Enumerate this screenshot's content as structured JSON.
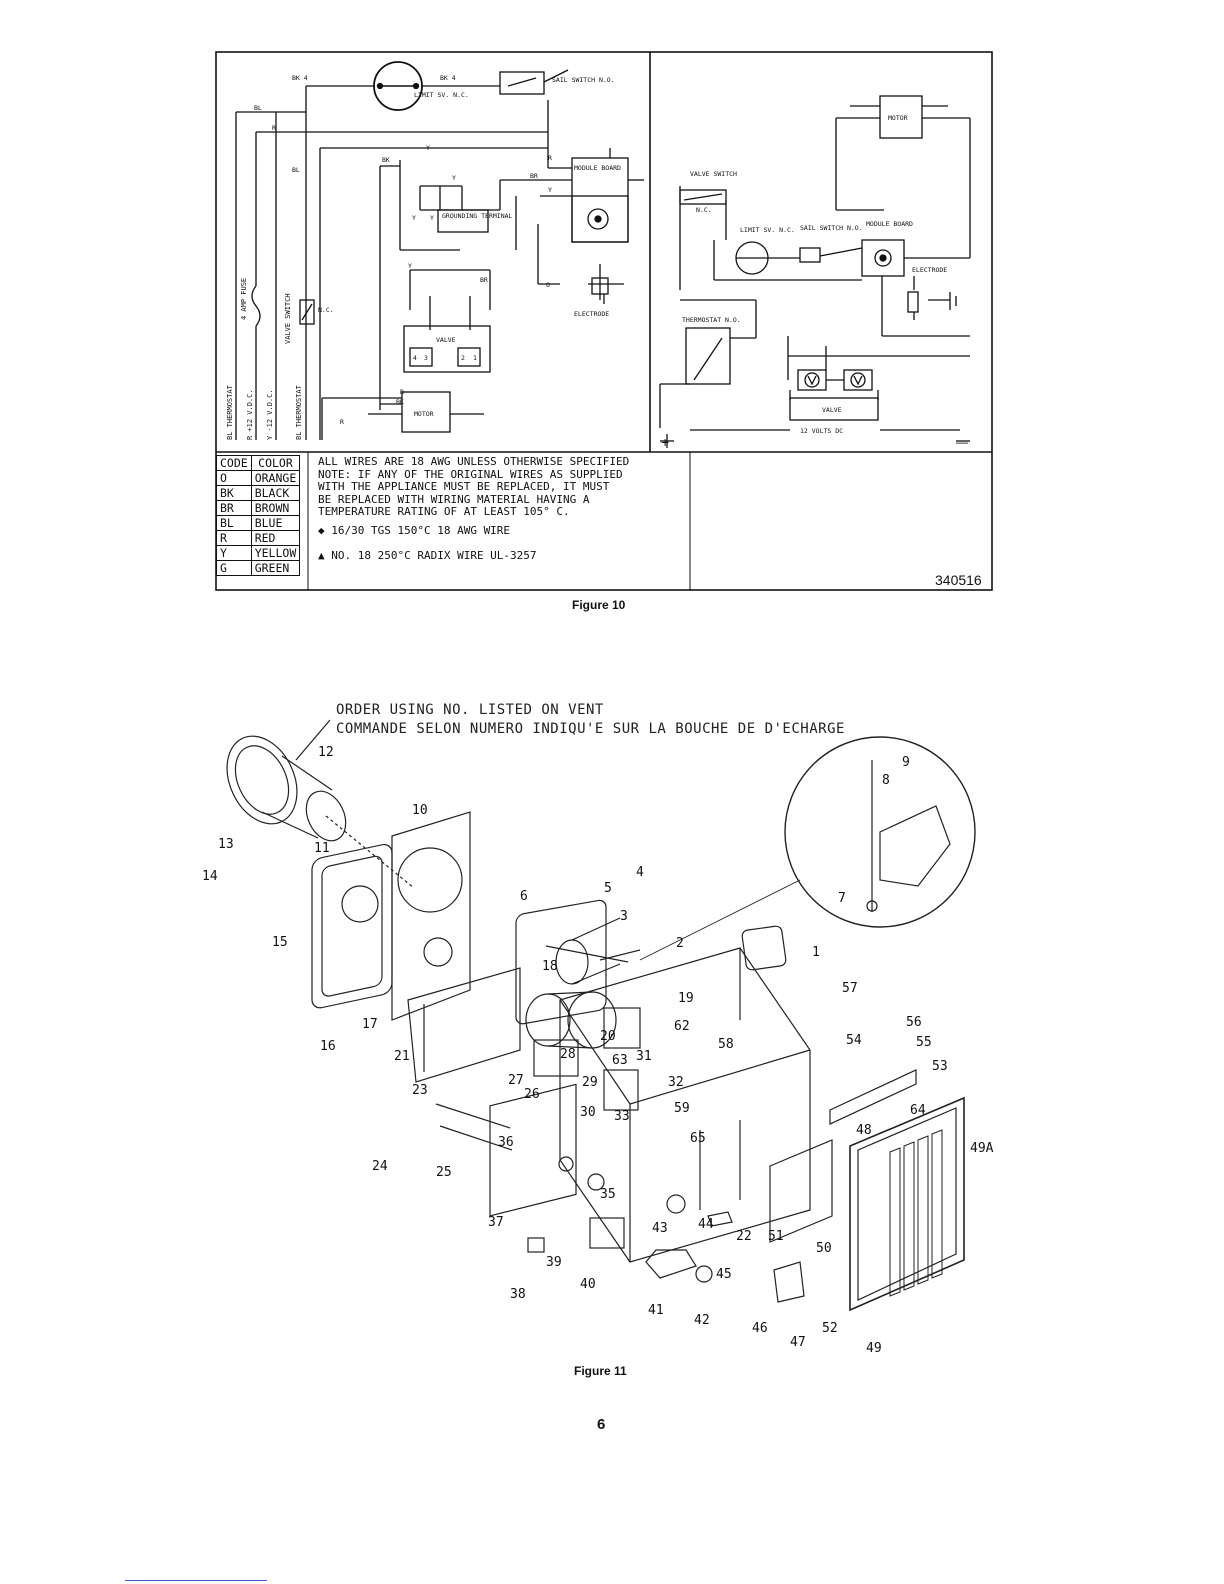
{
  "figure10": {
    "caption": "Figure 10",
    "doc_number": "340516",
    "left_diagram": {
      "wire_labels": [
        "BK 4",
        "BK 4",
        "BL",
        "R",
        "BL",
        "BK",
        "Y",
        "Y",
        "Y",
        "Y",
        "R",
        "BR",
        "Y",
        "Y",
        "BR",
        "R",
        "BK",
        "R",
        "O"
      ],
      "limit_switch": "LIMIT SV. N.C.",
      "sail_switch": "SAIL SWITCH N.O.",
      "module_board": "MODULE BOARD",
      "grounding_terminal": "GROUNDING TERMINAL",
      "electrode": "ELECTRODE",
      "valve": "VALVE",
      "valve_terminals": [
        "4",
        "3",
        "2",
        "1"
      ],
      "motor": "MOTOR",
      "nc": "N.C.",
      "side_labels": [
        "BL THERMOSTAT",
        "R +12 V.D.C.",
        "4 AMP FUSE",
        "Y -12 V.D.C.",
        "VALVE SWITCH",
        "BL THERMOSTAT"
      ]
    },
    "right_diagram": {
      "motor": "MOTOR",
      "valve_switch": "VALVE SWITCH",
      "nc": "N.C.",
      "limit_switch": "LIMIT SV. N.C.",
      "sail_switch": "SAIL SWITCH N.O.",
      "module_board": "MODULE BOARD",
      "electrode": "ELECTRODE",
      "thermostat": "THERMOSTAT N.O.",
      "valve": "VALVE",
      "supply": "12 VOLTS DC",
      "plus": "+",
      "minus": "—"
    },
    "code_table": {
      "headers": [
        "CODE",
        "COLOR"
      ],
      "rows": [
        [
          "O",
          "ORANGE"
        ],
        [
          "BK",
          "BLACK"
        ],
        [
          "BR",
          "BROWN"
        ],
        [
          "BL",
          "BLUE"
        ],
        [
          "R",
          "RED"
        ],
        [
          "Y",
          "YELLOW"
        ],
        [
          "G",
          "GREEN"
        ]
      ]
    },
    "notes": {
      "line1": "ALL WIRES ARE 18 AWG UNLESS OTHERWISE SPECIFIED",
      "line2": "NOTE: IF ANY OF THE ORIGINAL WIRES AS SUPPLIED",
      "line3": "WITH THE APPLIANCE MUST BE REPLACED, IT MUST",
      "line4": "BE REPLACED WITH WIRING MATERIAL HAVING A",
      "line5": "TEMPERATURE RATING OF AT LEAST 105° C.",
      "line6": "◆ 16/30 TGS 150°C 18 AWG WIRE",
      "line7": "▲ NO. 18 250°C RADIX WIRE UL-3257"
    }
  },
  "figure11": {
    "caption": "Figure 11",
    "order_line1": "ORDER USING NO. LISTED ON VENT",
    "order_line2": "COMMANDE SELON NUMERO INDIQU'E SUR LA BOUCHE DE D'ECHARGE",
    "part_numbers": [
      "1",
      "2",
      "3",
      "4",
      "5",
      "6",
      "7",
      "8",
      "9",
      "10",
      "11",
      "12",
      "13",
      "14",
      "15",
      "16",
      "17",
      "18",
      "19",
      "20",
      "21",
      "22",
      "23",
      "24",
      "25",
      "26",
      "27",
      "28",
      "29",
      "30",
      "31",
      "32",
      "33",
      "35",
      "36",
      "37",
      "38",
      "39",
      "40",
      "41",
      "42",
      "43",
      "44",
      "45",
      "46",
      "47",
      "48",
      "49",
      "49A",
      "50",
      "51",
      "52",
      "53",
      "54",
      "55",
      "56",
      "57",
      "58",
      "59",
      "62",
      "63",
      "64",
      "65"
    ]
  },
  "page_number": "6"
}
